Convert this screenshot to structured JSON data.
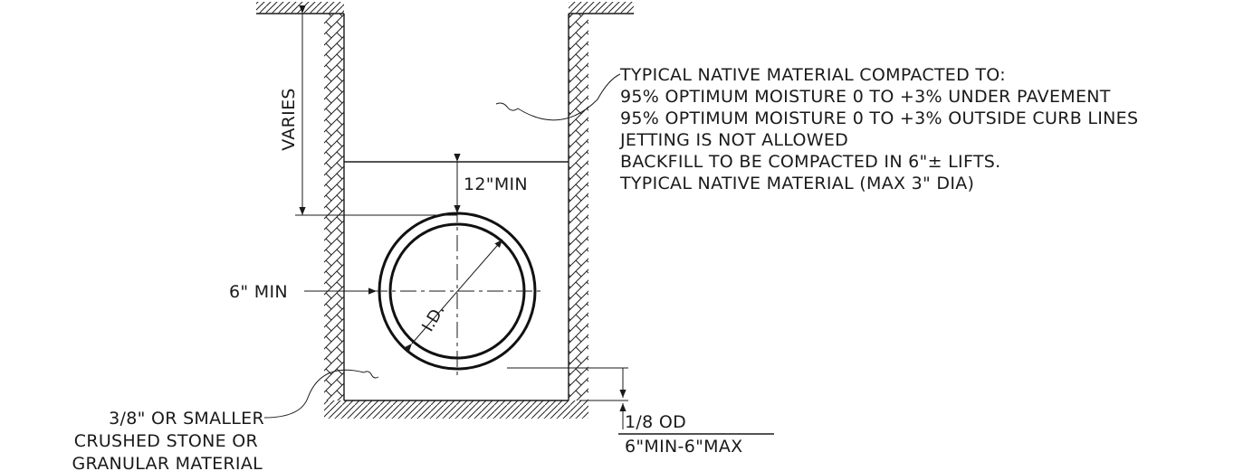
{
  "notes": {
    "line1": "TYPICAL NATIVE MATERIAL COMPACTED TO:",
    "line2": "95% OPTIMUM MOISTURE 0 TO +3% UNDER PAVEMENT",
    "line3": "95% OPTIMUM MOISTURE 0 TO +3% OUTSIDE CURB LINES",
    "line4": "JETTING IS NOT ALLOWED",
    "line5": "BACKFILL TO BE COMPACTED IN 6\"± LIFTS.",
    "line6": "TYPICAL NATIVE MATERIAL (MAX 3\" DIA)"
  },
  "dims": {
    "varies": "VARIES",
    "cover_min": "12\"MIN",
    "side_min": "6\" MIN",
    "pipe_id": "I.D.",
    "bedding_top": "1/8 OD",
    "bedding_bottom": "6\"MIN-6\"MAX"
  },
  "bedding_note": {
    "line1": "3/8\" OR SMALLER",
    "line2": "CRUSHED STONE OR",
    "line3": "GRANULAR MATERIAL"
  }
}
